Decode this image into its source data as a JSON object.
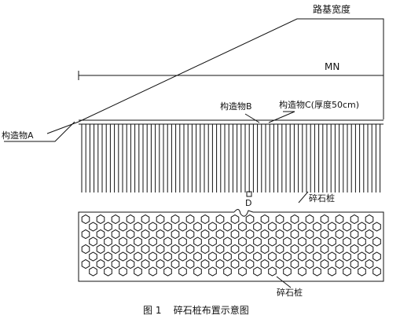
{
  "labels": {
    "subgrade_width": "路基宽度",
    "mn": "MN",
    "structure_a": "构造物A",
    "structure_b": "构造物B",
    "structure_c": "构造物C(厚度50cm)",
    "point_d": "D",
    "gravel_pile_top": "碎石桩",
    "gravel_pile_bottom": "碎石桩",
    "caption": "图 1    碎石桩布置示意图"
  },
  "colors": {
    "line": "#111111",
    "background": "#ffffff"
  }
}
